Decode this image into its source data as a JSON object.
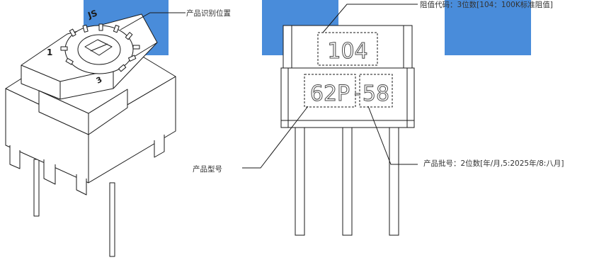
{
  "labels": {
    "identification_position": "产品识别位置",
    "resistance_code": "阻值代码：3位数[104：100K标准阻值]",
    "model_number": "产品型号",
    "batch_number": "产品批号：2位数[年/月,5:2025年/8:八月]"
  },
  "markings": {
    "resistance_code": "104",
    "model": "62P",
    "dash": "-",
    "batch": "58"
  },
  "dial_markings": {
    "brand": "JS",
    "start": "1",
    "end": "3"
  },
  "colors": {
    "watermark_blue": "#3f86d8",
    "line": "#1a1a1a",
    "label_text": "#333333"
  }
}
